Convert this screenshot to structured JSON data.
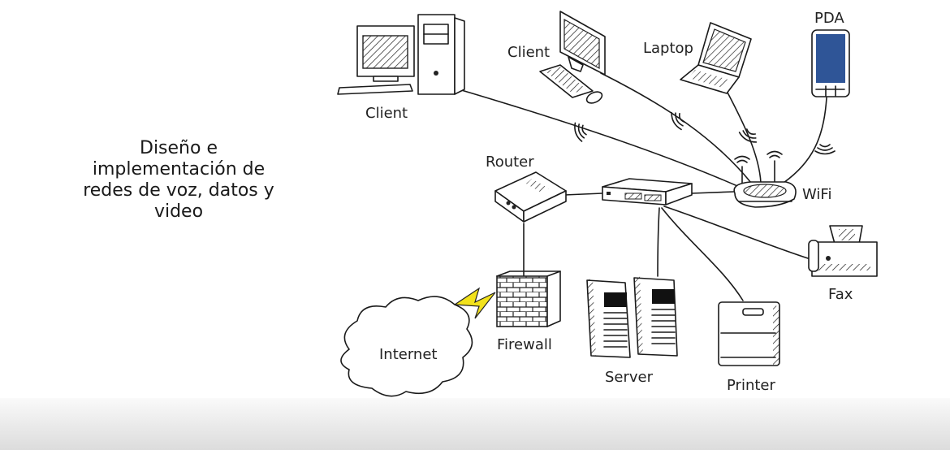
{
  "slide": {
    "title_lines": [
      "Diseño e",
      "implementación de",
      "redes de voz, datos y",
      "video"
    ]
  },
  "diagram": {
    "nodes": {
      "client_desktop": {
        "label": "Client",
        "icon": "desktop-computer-icon"
      },
      "client_monitor": {
        "label": "Client",
        "icon": "monitor-keyboard-icon"
      },
      "laptop": {
        "label": "Laptop",
        "icon": "laptop-icon"
      },
      "pda": {
        "label": "PDA",
        "icon": "pda-icon",
        "screen_color": "#2f5597"
      },
      "router": {
        "label": "Router",
        "icon": "router-icon"
      },
      "switch": {
        "label": "",
        "icon": "network-switch-icon"
      },
      "wifi": {
        "label": "WiFi",
        "icon": "wifi-router-icon"
      },
      "fax": {
        "label": "Fax",
        "icon": "fax-icon"
      },
      "firewall": {
        "label": "Firewall",
        "icon": "firewall-icon"
      },
      "internet": {
        "label": "Internet",
        "icon": "cloud-icon"
      },
      "server": {
        "label": "Server",
        "icon": "server-icon"
      },
      "printer": {
        "label": "Printer",
        "icon": "printer-icon"
      }
    },
    "edges": [
      {
        "from": "client_desktop",
        "to": "wifi",
        "type": "wireless"
      },
      {
        "from": "client_monitor",
        "to": "wifi",
        "type": "wireless"
      },
      {
        "from": "laptop",
        "to": "wifi",
        "type": "wireless"
      },
      {
        "from": "pda",
        "to": "wifi",
        "type": "wireless"
      },
      {
        "from": "router",
        "to": "switch",
        "type": "wired"
      },
      {
        "from": "switch",
        "to": "wifi",
        "type": "wired"
      },
      {
        "from": "switch",
        "to": "server",
        "type": "wired"
      },
      {
        "from": "switch",
        "to": "printer",
        "type": "wired"
      },
      {
        "from": "switch",
        "to": "fax",
        "type": "wired"
      },
      {
        "from": "router",
        "to": "firewall",
        "type": "wired"
      },
      {
        "from": "firewall",
        "to": "internet",
        "type": "lightning"
      }
    ],
    "colors": {
      "lightning": "#f2e21c",
      "pda_screen": "#2f5597"
    }
  }
}
